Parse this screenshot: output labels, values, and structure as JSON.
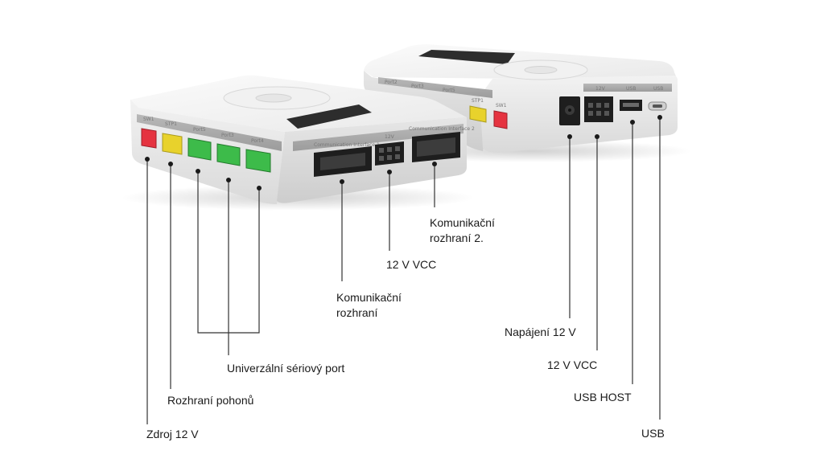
{
  "device_front": {
    "port_labels": {
      "sw1": "SW1",
      "stp1": "STP1",
      "port5": "Port5",
      "port3": "Port3",
      "port4": "Port4",
      "comm1": "Communication Interface 1",
      "v12": "12V",
      "comm2": "Communication Interface 2"
    }
  },
  "device_back": {
    "port_labels": {
      "port2": "Port2",
      "port3": "Port3",
      "port5": "Port5",
      "stp1": "STP1",
      "sw1": "SW1",
      "v12": "12V",
      "usb_host": "USB",
      "usb": "USB"
    }
  },
  "callouts": {
    "zdroj": "Zdroj 12 V",
    "rozhrani_pohonu": "Rozhraní pohonů",
    "univerzalni": "Univerzální sériový port",
    "komunikacni_1a": "Komunikační",
    "komunikacni_1b": "rozhraní",
    "vcc_front": "12 V VCC",
    "komunikacni_2a": "Komunikační",
    "komunikacni_2b": "rozhraní 2.",
    "napajeni": "Napájení 12 V",
    "vcc_back": "12 V VCC",
    "usb_host": "USB HOST",
    "usb": "USB"
  },
  "colors": {
    "connector_red": "#e53340",
    "connector_yellow": "#e8d22c",
    "connector_green": "#3dbb4a",
    "connector_black": "#1e1e1e",
    "display": "#2d2d2d",
    "callout_line": "#333333"
  }
}
